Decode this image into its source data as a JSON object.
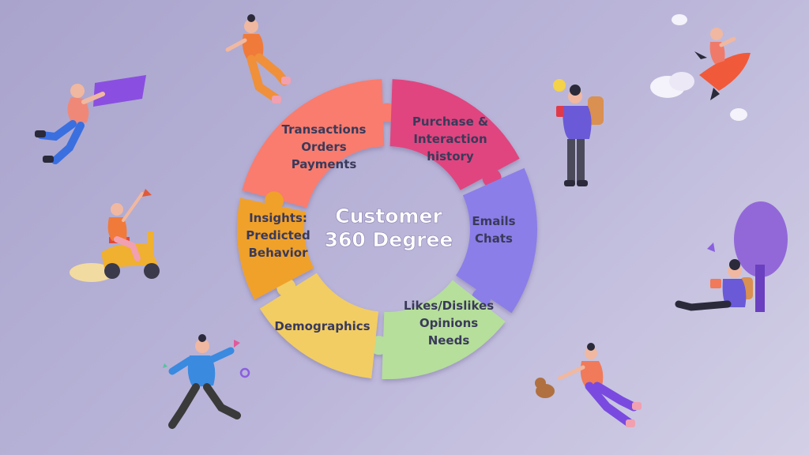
{
  "diagram": {
    "title_line1": "Customer",
    "title_line2": "360 Degree",
    "segments": [
      {
        "name": "transactions",
        "lines": [
          "Transactions",
          "Orders",
          "Payments"
        ],
        "color": "#f97c6e"
      },
      {
        "name": "purchase-history",
        "lines": [
          "Purchase &",
          "Interaction",
          "history"
        ],
        "color": "#e0457f"
      },
      {
        "name": "emails-chats",
        "lines": [
          "Emails",
          "Chats"
        ],
        "color": "#8b7ee8"
      },
      {
        "name": "likes-dislikes",
        "lines": [
          "Likes/Dislikes",
          "Opinions",
          "Needs"
        ],
        "color": "#b6df9b"
      },
      {
        "name": "demographics",
        "lines": [
          "Demographics"
        ],
        "color": "#f2cd63"
      },
      {
        "name": "insights",
        "lines": [
          "Insights:",
          "Predicted",
          "Behavior"
        ],
        "color": "#f0a12a"
      }
    ]
  },
  "colors": {
    "text_dark": "#3a3a5a",
    "title_white": "#ffffff",
    "background": "#b3aed3"
  },
  "illustrations": [
    "person-holding-sign-icon",
    "person-flying-icon",
    "person-with-phone-icon",
    "person-on-rocket-icon",
    "person-on-scooter-icon",
    "person-reading-under-tree-icon",
    "person-running-icon",
    "person-with-dog-icon"
  ]
}
